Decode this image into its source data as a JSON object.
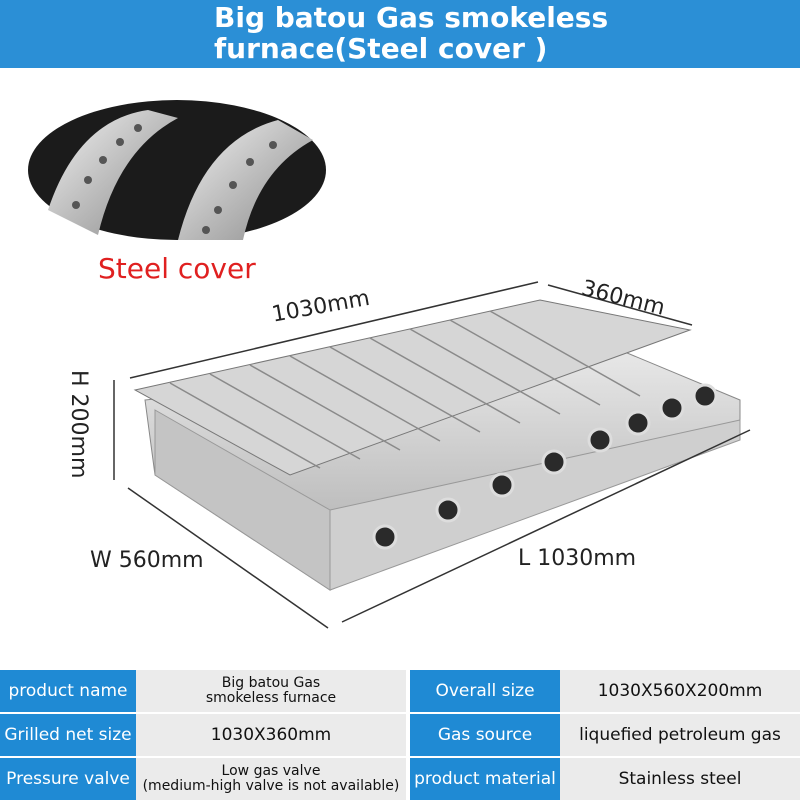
{
  "header": {
    "title_line1": "Big batou Gas smokeless",
    "title_line2": "furnace(Steel cover )"
  },
  "inset": {
    "label": "Steel cover"
  },
  "dimensions": {
    "top_length": "1030mm",
    "top_width": "360mm",
    "height": "H 200mm",
    "width": "W 560mm",
    "length": "L 1030mm"
  },
  "specs": {
    "product_name_label": "product name",
    "product_name_value_1": "Big batou Gas",
    "product_name_value_2": "smokeless furnace",
    "overall_size_label": "Overall size",
    "overall_size_value": "1030X560X200mm",
    "grilled_net_label": "Grilled net size",
    "grilled_net_value": "1030X360mm",
    "gas_source_label": "Gas source",
    "gas_source_value": "liquefied petroleum gas",
    "pressure_label": "Pressure valve",
    "pressure_value_1": "Low gas valve",
    "pressure_value_2": "(medium-high valve is not available)",
    "material_label": "product material",
    "material_value": "Stainless steel"
  },
  "colors": {
    "accent": "#2b8fd6",
    "label_red": "#e02020"
  }
}
